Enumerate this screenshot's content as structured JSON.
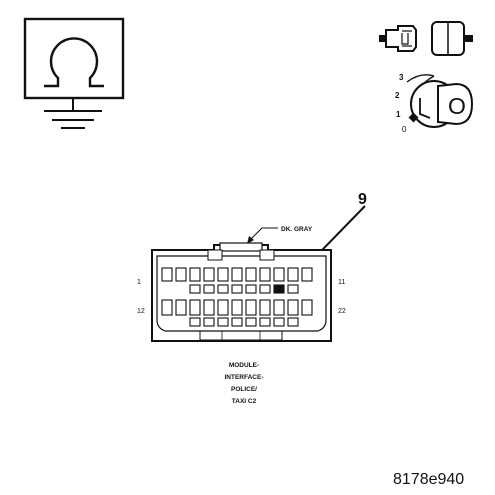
{
  "ignition_key": {
    "positions": [
      "3",
      "2",
      "1",
      "0"
    ],
    "key_letter": "O"
  },
  "connector": {
    "callout_pin": "9",
    "wire_color": "DK. GRAY",
    "pin_row_top_left": "1",
    "pin_row_top_right": "11",
    "pin_row_bottom_left": "12",
    "pin_row_bottom_right": "22",
    "name_lines": [
      "MODULE-",
      "INTERFACE-",
      "POLICE/",
      "TAXI C2"
    ]
  },
  "figure_id": "8178e940"
}
